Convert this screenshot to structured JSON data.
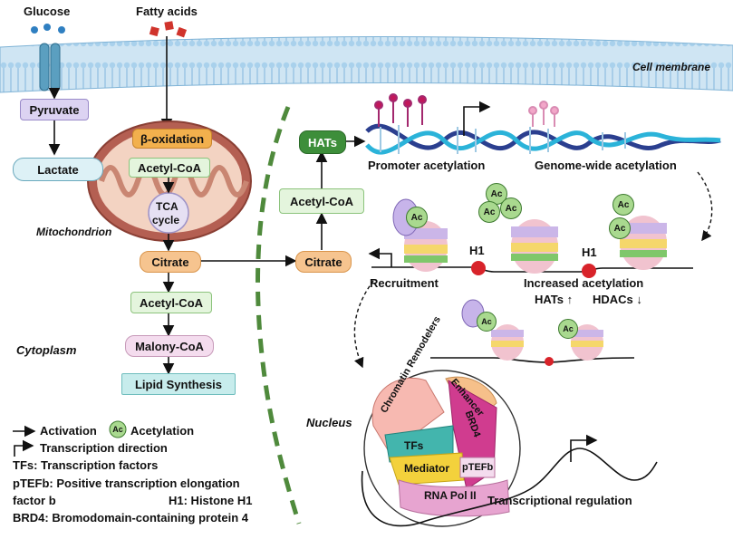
{
  "top": {
    "glucose": "Glucose",
    "fatty_acids": "Fatty acids",
    "cell_membrane": "Cell membrane"
  },
  "cytoplasm_labels": {
    "pyruvate": "Pyruvate",
    "lactate": "Lactate",
    "beta_oxidation": "β-oxidation",
    "acetyl_coa_mito": "Acetyl-CoA",
    "tca": "TCA",
    "cycle": "cycle",
    "mitochondrion": "Mitochondrion",
    "citrate_left": "Citrate",
    "citrate_right": "Citrate",
    "acetyl_coa_bottom": "Acetyl-CoA",
    "malony_coa": "Malony-CoA",
    "lipid_synthesis": "Lipid Synthesis",
    "cytoplasm": "Cytoplasm",
    "acetyl_coa_right": "Acetyl-CoA",
    "hats": "HATs"
  },
  "nucleus": {
    "promoter_acetylation": "Promoter acetylation",
    "genome_wide_acetylation": "Genome-wide acetylation",
    "ac": "Ac",
    "h1_left": "H1",
    "h1_right": "H1",
    "recruitment": "Recruitment",
    "increased_acetylation": "Increased acetylation",
    "hats_up": "HATs ↑",
    "hdacs_down": "HDACs ↓",
    "nucleus": "Nucleus",
    "chromatin_remodelers": "Chromatin Remodelers",
    "enhancer": "Enhancer",
    "brd4": "BRD4",
    "tfs": "TFs",
    "mediator": "Mediator",
    "ptefb": "pTEFb",
    "rna_pol": "RNA Pol II",
    "transcriptional_regulation": "Transcriptional regulation"
  },
  "legend": {
    "activation": "Activation",
    "acetylation": "Acetylation",
    "transcription_direction": "Transcription direction",
    "tfs": "TFs: Transcription factors",
    "ptefb_line1": "pTEFb: Positive transcription elongation",
    "ptefb_line2": "factor b",
    "h1": "H1: Histone H1",
    "brd4": "BRD4: Bromodomain-containing protein 4"
  },
  "colors": {
    "membrane": "#c9e2f2",
    "membrane_line": "#7fb3d6",
    "glucose_dot": "#2f7fc1",
    "fatty_acid": "#d0342c",
    "mitochondrion": "#b45f52",
    "hats_green": "#3d8e3a",
    "nucleus_dash": "#4f8a3c",
    "dna_cyan": "#2bb3d9",
    "dna_blue": "#2b3f8f",
    "h1_red": "#d8232a",
    "ac_green": "#a9d98f"
  }
}
